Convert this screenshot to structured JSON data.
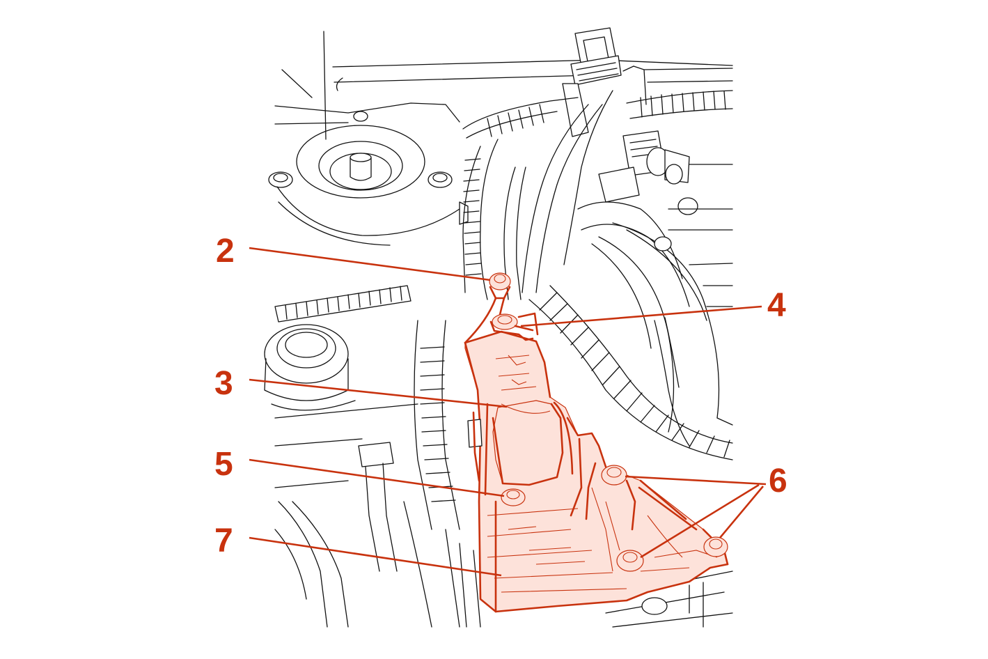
{
  "colors": {
    "highlight": "#c8320e",
    "highlight_fill": "#fde2da",
    "line_art": "#111111"
  },
  "callouts": [
    {
      "id": "c2",
      "label": "2"
    },
    {
      "id": "c3",
      "label": "3"
    },
    {
      "id": "c4",
      "label": "4"
    },
    {
      "id": "c5",
      "label": "5"
    },
    {
      "id": "c6",
      "label": "6"
    },
    {
      "id": "c7",
      "label": "7"
    }
  ]
}
